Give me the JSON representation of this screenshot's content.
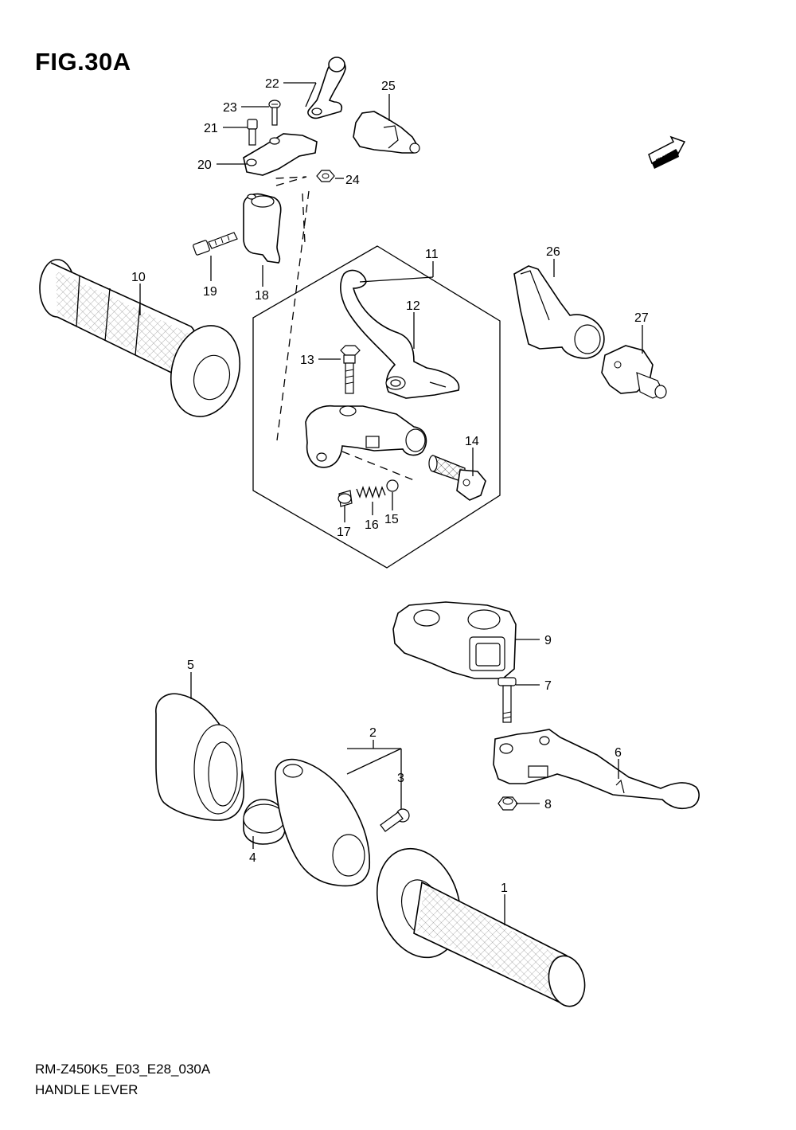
{
  "figure": {
    "title": "FIG.30A",
    "code": "RM-Z450K5_E03_E28_030A",
    "name": "HANDLE LEVER",
    "direction_badge": "FWD"
  },
  "callouts": {
    "p1": "1",
    "p2": "2",
    "p3": "3",
    "p4": "4",
    "p5": "5",
    "p6": "6",
    "p7": "7",
    "p8": "8",
    "p9": "9",
    "p10": "10",
    "p11": "11",
    "p12": "12",
    "p13": "13",
    "p14": "14",
    "p15": "15",
    "p16": "16",
    "p17": "17",
    "p18": "18",
    "p19": "19",
    "p20": "20",
    "p21": "21",
    "p22": "22",
    "p23": "23",
    "p24": "24",
    "p25": "25",
    "p26": "26",
    "p27": "27"
  },
  "icons": [
    "fwd-arrow-icon"
  ]
}
